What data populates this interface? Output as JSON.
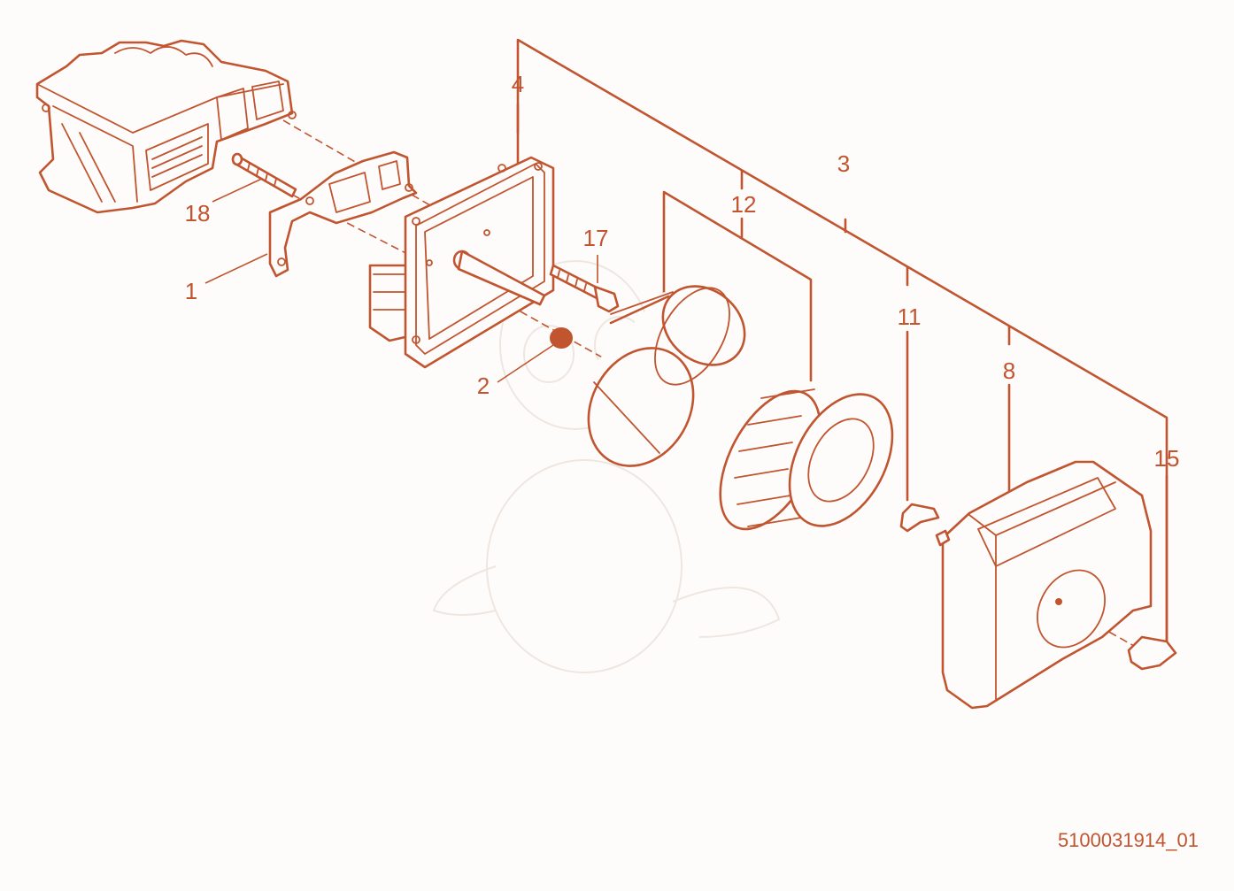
{
  "diagram": {
    "drawing_number": "5100031914_01",
    "line_color": "#c0552f",
    "background": "#fdfcfb",
    "callouts": {
      "part_1": "1",
      "part_2": "2",
      "part_3": "3",
      "part_4": "4",
      "part_8": "8",
      "part_11": "11",
      "part_12": "12",
      "part_15": "15",
      "part_17": "17",
      "part_18": "18"
    }
  }
}
